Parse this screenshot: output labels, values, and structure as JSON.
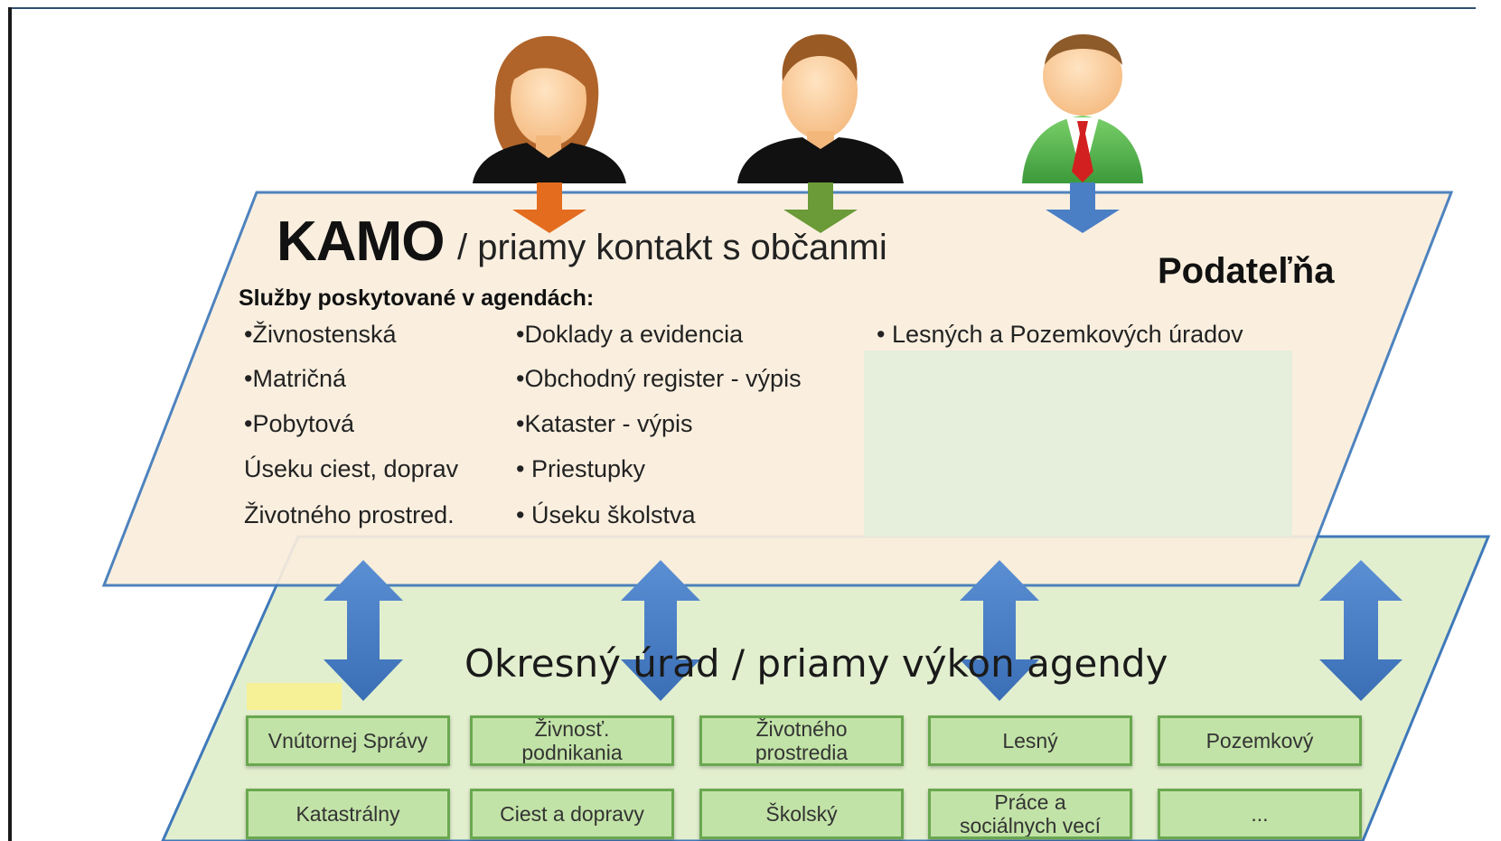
{
  "top_panel": {
    "title": "KAMO",
    "subtitle": "/ priamy kontakt s občanmi",
    "podatelna": "Podateľňa",
    "services_heading": "Služby poskytované v agendách:",
    "col1": [
      "•Živnostenská",
      "•Matričná",
      "•Pobytová",
      "Úseku ciest, doprav",
      "Životného  prostred."
    ],
    "col2": [
      "•Doklady a evidencia",
      "•Obchodný register - výpis",
      "•Kataster - výpis",
      "• Priestupky",
      "• Úseku školstva"
    ],
    "col3": [
      "•  Lesných a Pozemkových úradov"
    ]
  },
  "bottom_panel": {
    "title": "Okresný úrad / priamy výkon agendy",
    "departments_row1": [
      "Vnútornej Správy",
      "Živnosť.\npodnikania",
      "Životného\nprostredia",
      "Lesný",
      "Pozemkový"
    ],
    "departments_row2": [
      "Katastrálny",
      "Ciest a dopravy",
      "Školský",
      "Práce a\nsociálnych vecí",
      "..."
    ]
  },
  "people": [
    {
      "icon": "woman-avatar-icon",
      "arrow_color": "#e46c1f"
    },
    {
      "icon": "man-avatar-icon",
      "arrow_color": "#6b9a38"
    },
    {
      "icon": "businessman-avatar-icon",
      "arrow_color": "#4a7fc5"
    }
  ],
  "colors": {
    "top_panel_fill": "#faeedd",
    "top_panel_border": "#2f6fb0",
    "bottom_panel_fill": "#e2efcf",
    "double_arrow": "#4a7fc5",
    "dept_fill": "#c2e3a7",
    "dept_border": "#6aa84f"
  }
}
